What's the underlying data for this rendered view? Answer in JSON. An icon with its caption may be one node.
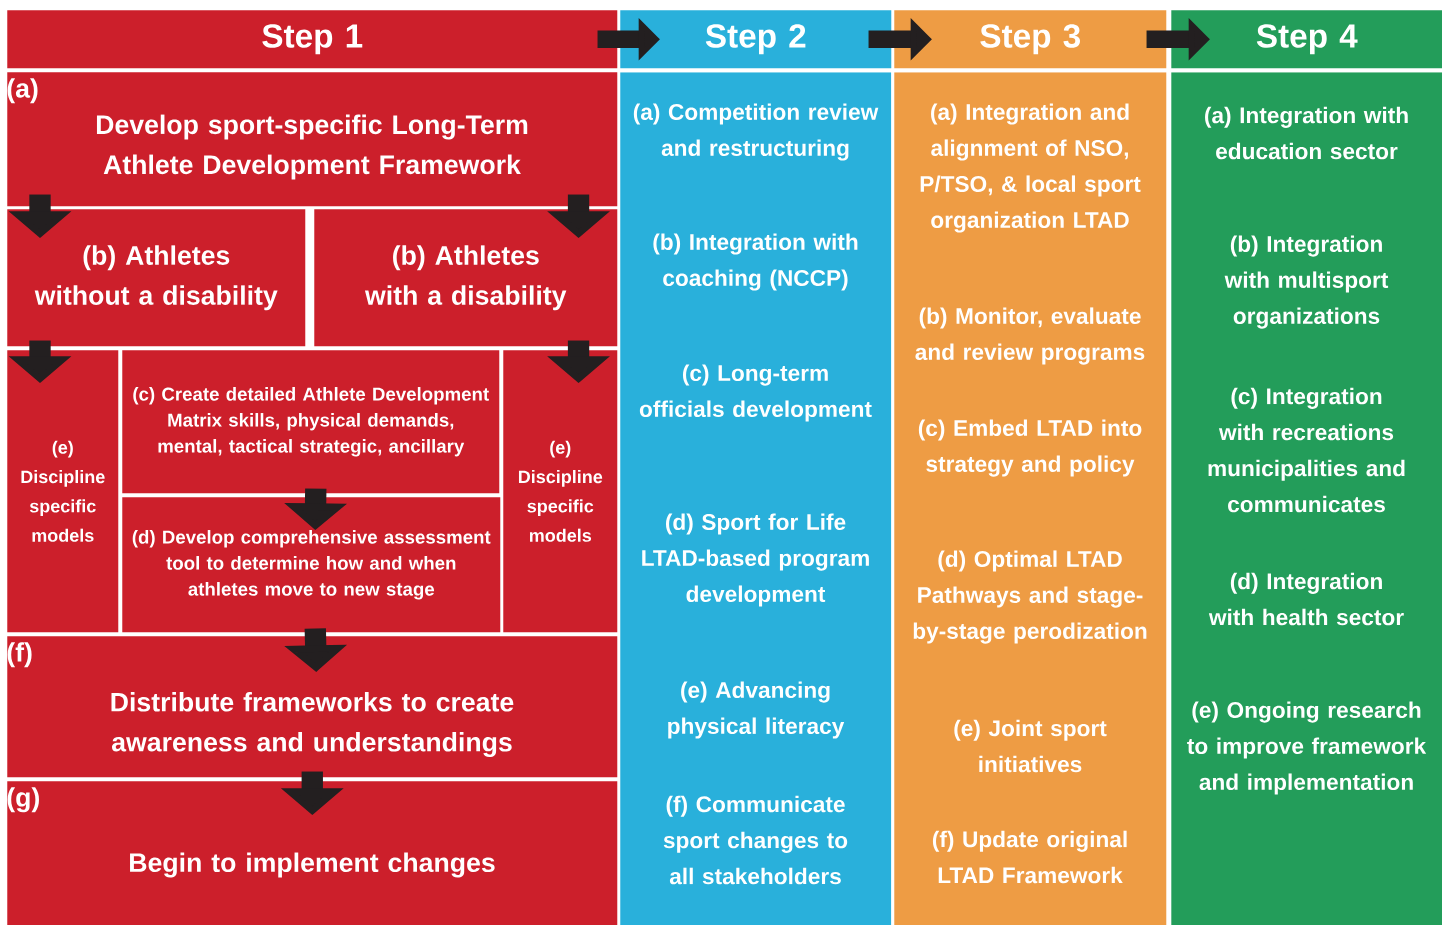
{
  "diagram": {
    "nodes": [
      {
        "text": [
          "Step 1"
        ]
      },
      {
        "text": [
          "Step 2"
        ]
      },
      {
        "text": [
          "Step 3"
        ]
      },
      {
        "text": [
          "Step 4"
        ]
      },
      {
        "text": [
          "(a)",
          "Develop sport-specific Long-Term Athlete Development Framework"
        ]
      },
      {
        "text": [
          "(b) Athletes without a disability"
        ]
      },
      {
        "text": [
          "(b) Athletes with a disability"
        ]
      },
      {
        "text": [
          "(e) Discipline specific models"
        ]
      },
      {
        "text": [
          "(c) Create detailed Athlete Development Matrix skills, physical demands, mental, tactical strategic, ancillary"
        ]
      },
      {
        "text": [
          "(d) Develop comprehensive assessment tool to determine how and when athletes move to new stage"
        ]
      },
      {
        "text": [
          "(e) Discipline specific models"
        ]
      },
      {
        "text": [
          "(f)",
          "Distribute frameworks to create awareness and understandings"
        ]
      },
      {
        "text": [
          "(g)",
          "Begin to implement changes"
        ]
      },
      {
        "text": [
          "(a) Competition review and restructuring",
          "(b) Integration with coaching (NCCP)",
          "(c) Long-term officials development",
          "(d) Sport for Life LTAD-based program development",
          "(e) Advancing physical literacy",
          "(f) Communicate sport changes to all stakeholders"
        ]
      },
      {
        "text": [
          "(a) Integration and alignment of NSO, P/TSO, & local sport organization LTAD",
          "(b) Monitor, evaluate and review programs",
          "(c) Embed LTAD into strategy and policy",
          "(d) Optimal LTAD Pathways and stage-by-stage perodization",
          "(e) Joint sport initiatives",
          "(f) Update original LTAD Framework"
        ]
      },
      {
        "text": [
          "(a) Integration with education sector",
          "(b) Integration with multisport organizations",
          "(c) Integration with recreations municipalities and communicates",
          "(d) Integration with health sector",
          "(e) Ongoing research to improve framework and implementation"
        ]
      }
    ],
    "edges": [
      {
        "from": 0,
        "to": 1,
        "arrow": "to"
      },
      {
        "from": 1,
        "to": 2,
        "arrow": "to"
      },
      {
        "from": 2,
        "to": 3,
        "arrow": "to"
      },
      {
        "from": 4,
        "to": 5,
        "arrow": "to"
      },
      {
        "from": 4,
        "to": 6,
        "arrow": "to"
      },
      {
        "from": 5,
        "to": 7,
        "arrow": "to"
      },
      {
        "from": 6,
        "to": 10,
        "arrow": "to"
      },
      {
        "from": 8,
        "to": 9,
        "arrow": "to"
      },
      {
        "from": 9,
        "to": 11,
        "arrow": "to"
      },
      {
        "from": 11,
        "to": 12,
        "arrow": "to"
      }
    ]
  }
}
